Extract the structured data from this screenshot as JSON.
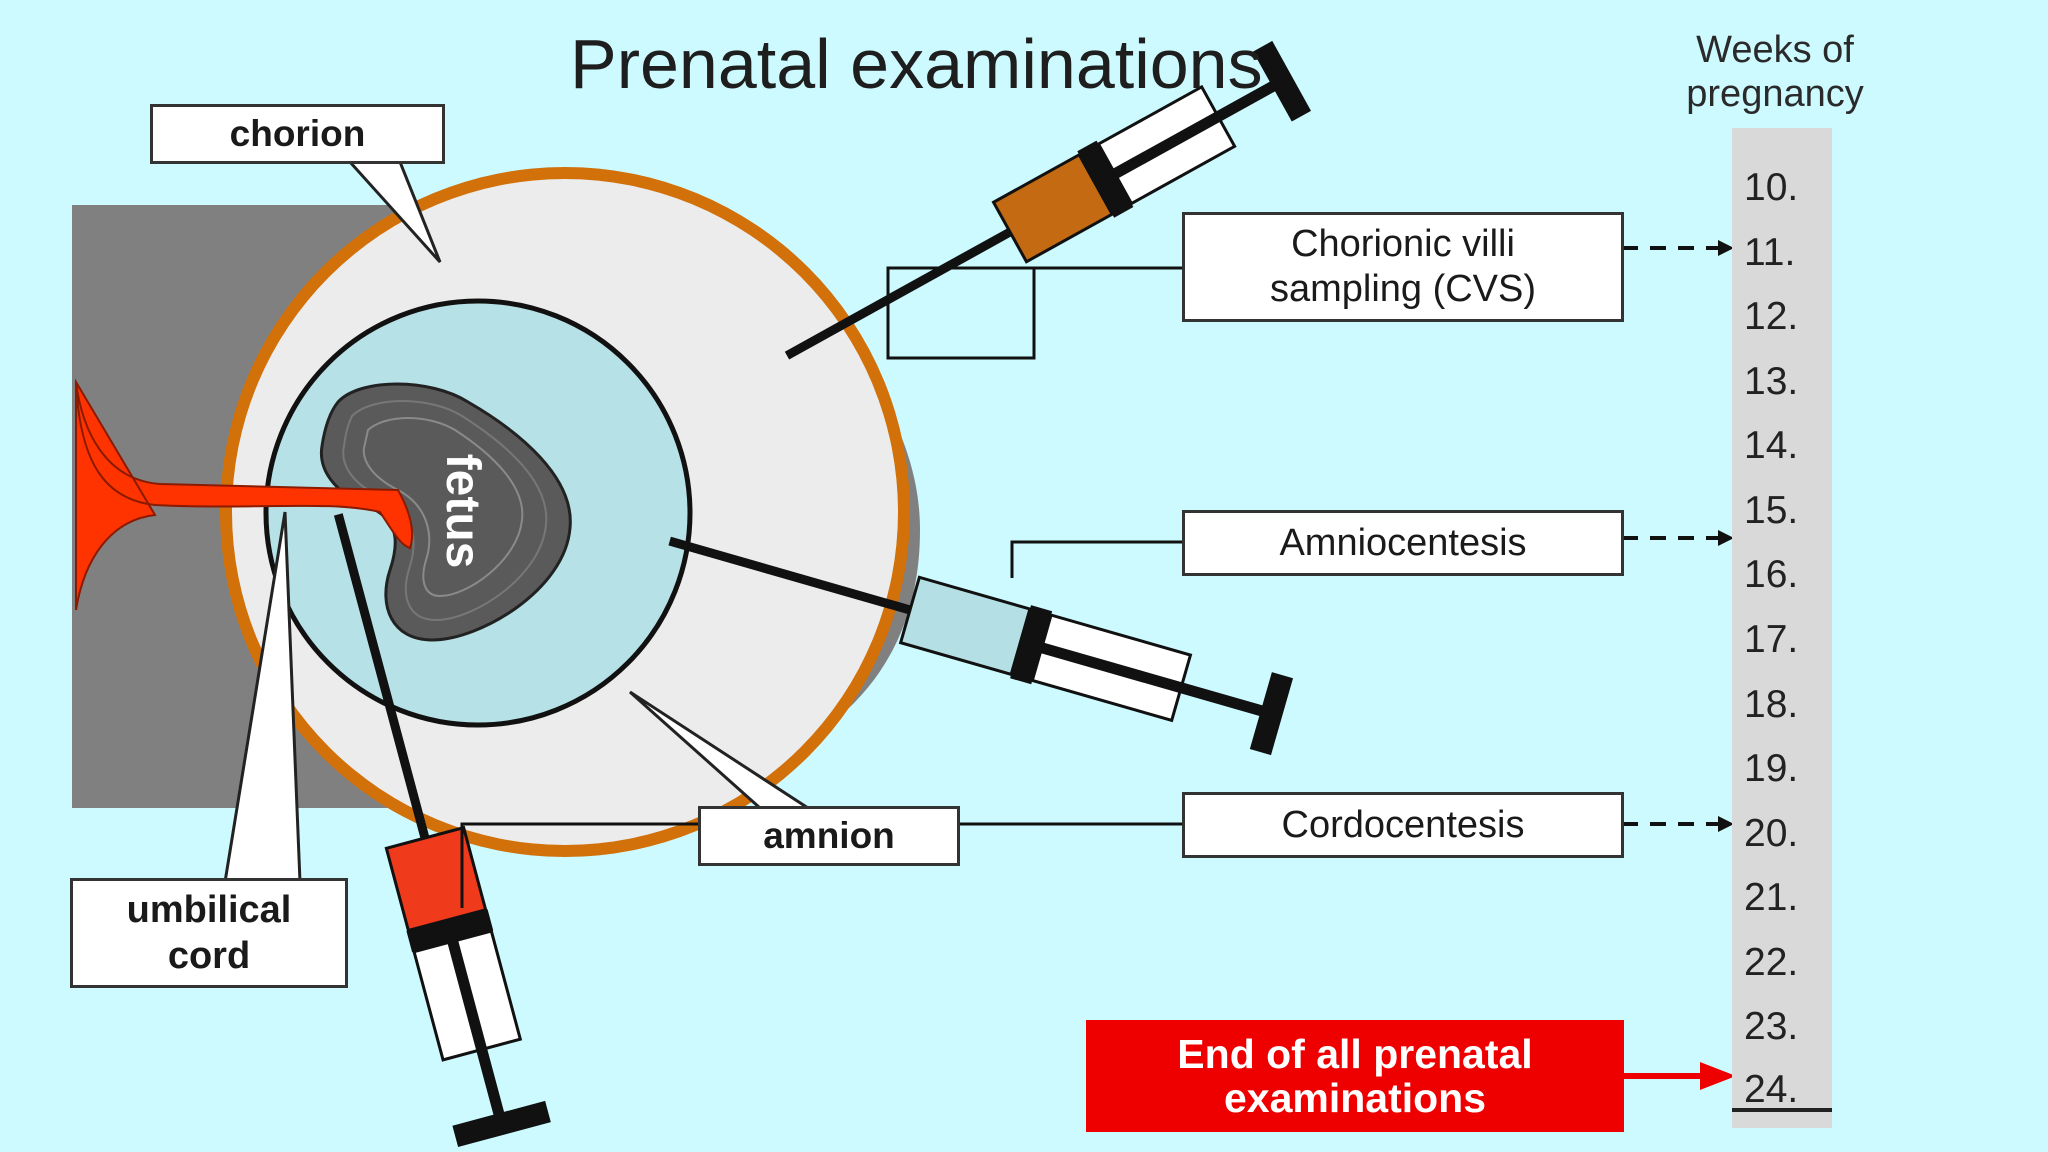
{
  "title": "Prenatal examinations",
  "weeks_heading": {
    "line1": "Weeks of",
    "line2": "pregnancy"
  },
  "weeks": [
    "10.",
    "11.",
    "12.",
    "13.",
    "14.",
    "15.",
    "16.",
    "17.",
    "18.",
    "19.",
    "20.",
    "21.",
    "22.",
    "23.",
    "24."
  ],
  "anatomy": {
    "chorion": "chorion",
    "amnion": "amnion",
    "fetus": "fetus",
    "umbilical_cord_line1": "umbilical",
    "umbilical_cord_line2": "cord"
  },
  "procedures": {
    "cvs_line1": "Chorionic villi",
    "cvs_line2": "sampling (CVS)",
    "amniocentesis": "Amniocentesis",
    "cordocentesis": "Cordocentesis"
  },
  "procedure_weeks": {
    "cvs": "11.",
    "amniocentesis": "15.",
    "cordocentesis": "20."
  },
  "end_label": {
    "line1": "End of all prenatal",
    "line2": "examinations"
  },
  "colors": {
    "background": "#ccfaff",
    "chorion": "#d2700a",
    "amniotic_fluid": "#b6e1e6",
    "uterus": "#808080",
    "cord": "#ff3300",
    "end_box": "#ee0000",
    "syringe_cvs": "#c36a12",
    "syringe_amnio": "#b4dfe4",
    "syringe_cordo": "#f03a1c"
  }
}
